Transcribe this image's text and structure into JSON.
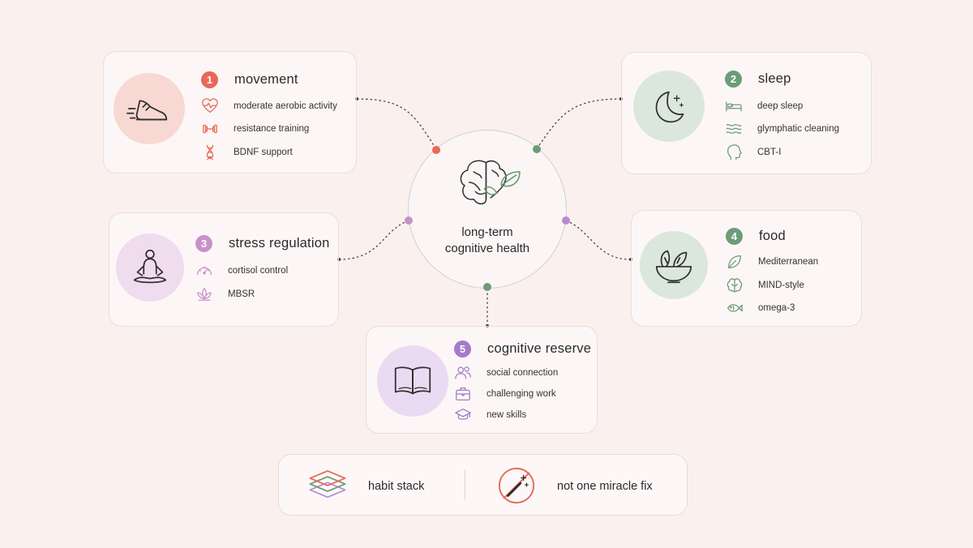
{
  "center": {
    "line1": "long-term",
    "line2": "cognitive health"
  },
  "colors": {
    "movement": "#e8685a",
    "sleep": "#6c9c78",
    "stress": "#c991cc",
    "food": "#6c9c78",
    "reserve": "#a47acb"
  },
  "pillars": {
    "movement": {
      "number": "1",
      "title": "movement",
      "icon": "running-shoe-icon",
      "items": [
        {
          "label": "moderate aerobic activity",
          "icon": "heartbeat-icon"
        },
        {
          "label": "resistance training",
          "icon": "dumbbell-icon"
        },
        {
          "label": "BDNF support",
          "icon": "dna-icon"
        }
      ]
    },
    "sleep": {
      "number": "2",
      "title": "sleep",
      "icon": "moon-stars-icon",
      "items": [
        {
          "label": "deep sleep",
          "icon": "bed-icon"
        },
        {
          "label": "glymphatic cleaning",
          "icon": "waves-icon"
        },
        {
          "label": "CBT-I",
          "icon": "head-profile-icon"
        }
      ]
    },
    "stress": {
      "number": "3",
      "title": "stress regulation",
      "icon": "meditation-icon",
      "items": [
        {
          "label": "cortisol control",
          "icon": "gauge-icon"
        },
        {
          "label": "MBSR",
          "icon": "lotus-icon"
        }
      ]
    },
    "food": {
      "number": "4",
      "title": "food",
      "icon": "salad-bowl-icon",
      "items": [
        {
          "label": "Mediterranean",
          "icon": "leaf-icon"
        },
        {
          "label": "MIND-style",
          "icon": "brain-icon"
        },
        {
          "label": "omega-3",
          "icon": "fish-icon"
        }
      ]
    },
    "reserve": {
      "number": "5",
      "title": "cognitive reserve",
      "icon": "open-book-icon",
      "items": [
        {
          "label": "social connection",
          "icon": "people-icon"
        },
        {
          "label": "challenging work",
          "icon": "briefcase-icon"
        },
        {
          "label": "new skills",
          "icon": "graduation-cap-icon"
        }
      ]
    }
  },
  "footer": {
    "habit": {
      "label": "habit stack",
      "icon": "layers-icon"
    },
    "miracle": {
      "label": "not one miracle fix",
      "icon": "no-magic-wand-icon"
    }
  }
}
